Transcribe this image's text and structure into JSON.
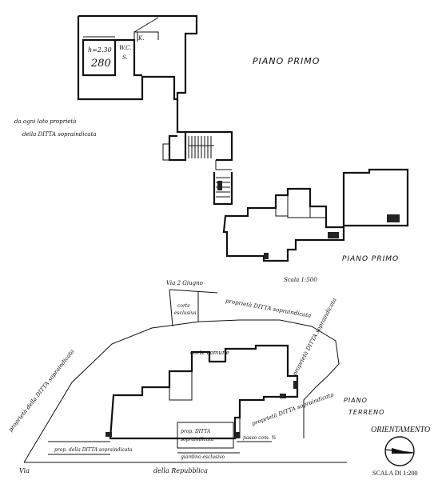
{
  "labels": {
    "h_label": "h=2.30",
    "room_number": "280",
    "wc_label": "W.C.",
    "s_label": "S.",
    "k_label": "K.",
    "piano_primo_top": "PIANO PRIMO",
    "note_line1": "da ogni lato proprietà",
    "note_line2": "della DITTA sopraindicata",
    "piano_primo_mid": "PIANO PRIMO",
    "via_giugno": "Via 2 Giugno",
    "scala_500": "Scala 1:500",
    "corte_esclusiva_line1": "corte",
    "corte_esclusiva_line2": "esclusiva",
    "prop_ditta_top": "proprietà DITTA sopraindicata",
    "prop_ditta_left": "proprietà della DITTA sopraindicata",
    "corte_comune": "corte comune",
    "prop_ditta_right": "proprietà DITTA sopraindicata",
    "prop_ditta_bottom_right": "proprietà DITTA sopraindicata",
    "piano": "PIANO",
    "terreno": "TERRENO",
    "orientamento": "ORIENTAMENTO",
    "prop_ditta_inner_line1": "prop. DITTA",
    "prop_ditta_inner_line2": "sopraindicata",
    "passo_comune": "passo com. %",
    "prop_ditta_bottom": "prop. della DITTA sopraindicata",
    "giardino_esclusivo": "giardino esclusivo",
    "via": "Via",
    "della_repubblica": "della Repubblica",
    "scala_200": "SCALA DI 1:200"
  }
}
